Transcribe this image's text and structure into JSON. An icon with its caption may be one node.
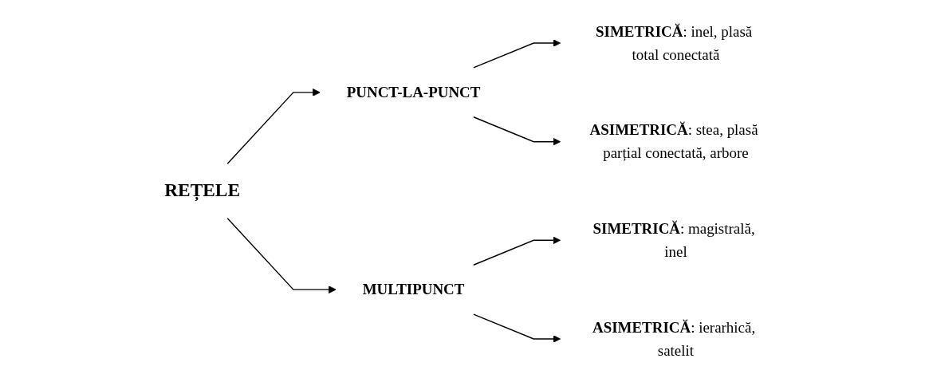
{
  "diagram": {
    "nodes": [
      {
        "text": [
          "REȚELE"
        ]
      },
      {
        "text": [
          "PUNCT-LA-PUNCT"
        ]
      },
      {
        "text": [
          "**SIMETRICĂ**: inel, plasă total conectată"
        ]
      },
      {
        "text": [
          "**ASIMETRICĂ**: stea, plasă parțial conectată, arbore"
        ]
      },
      {
        "text": [
          "MULTIPUNCT"
        ]
      },
      {
        "text": [
          "**SIMETRICĂ**: magistrală, inel"
        ]
      },
      {
        "text": [
          "**ASIMETRICĂ**: ierarhică, satelit"
        ]
      }
    ],
    "edges": [
      {
        "from": 0,
        "to": 1,
        "arrow": "to"
      },
      {
        "from": 0,
        "to": 4,
        "arrow": "to"
      },
      {
        "from": 1,
        "to": 2,
        "arrow": "to"
      },
      {
        "from": 1,
        "to": 3,
        "arrow": "to"
      },
      {
        "from": 4,
        "to": 5,
        "arrow": "to"
      },
      {
        "from": 4,
        "to": 6,
        "arrow": "to"
      }
    ]
  }
}
